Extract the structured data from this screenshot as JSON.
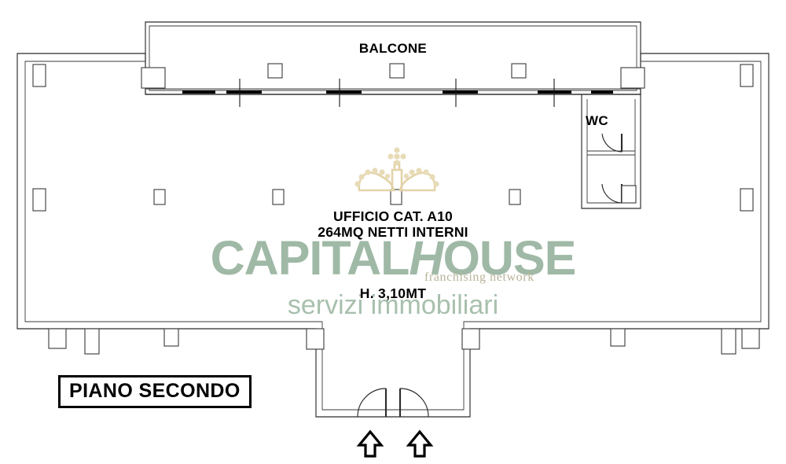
{
  "document": {
    "type": "floor-plan",
    "title": "PIANO SECONDO"
  },
  "labels": {
    "balcony": "BALCONE",
    "wc": "WC",
    "room_category": "UFFICIO CAT. A10",
    "room_area": "264MQ NETTI INTERNI",
    "ceiling_height": "H. 3,10MT",
    "floor_badge": "PIANO SECONDO"
  },
  "watermark": {
    "brand_part1": "CAPITAL",
    "brand_part2": "H",
    "brand_part3": "OUSE",
    "subtitle": "franchising network",
    "tagline": "servizi immobiliari",
    "brand_color": "#9fb9a6",
    "tagline_color": "#a8c0ad",
    "crown_color": "#e3d3a8",
    "subtitle_color": "#b9b49a"
  },
  "colors": {
    "wall_stroke": "#2b2b2b",
    "background": "#ffffff",
    "window_bar": "#000000",
    "text": "#000000"
  },
  "plan_elements": {
    "entrance_arrow_count": 2,
    "entrance_door_count": 2,
    "wc_door_count": 2,
    "balcony_window_count": 6,
    "interior_column_count": 5,
    "perimeter_pillar_count": 4
  }
}
